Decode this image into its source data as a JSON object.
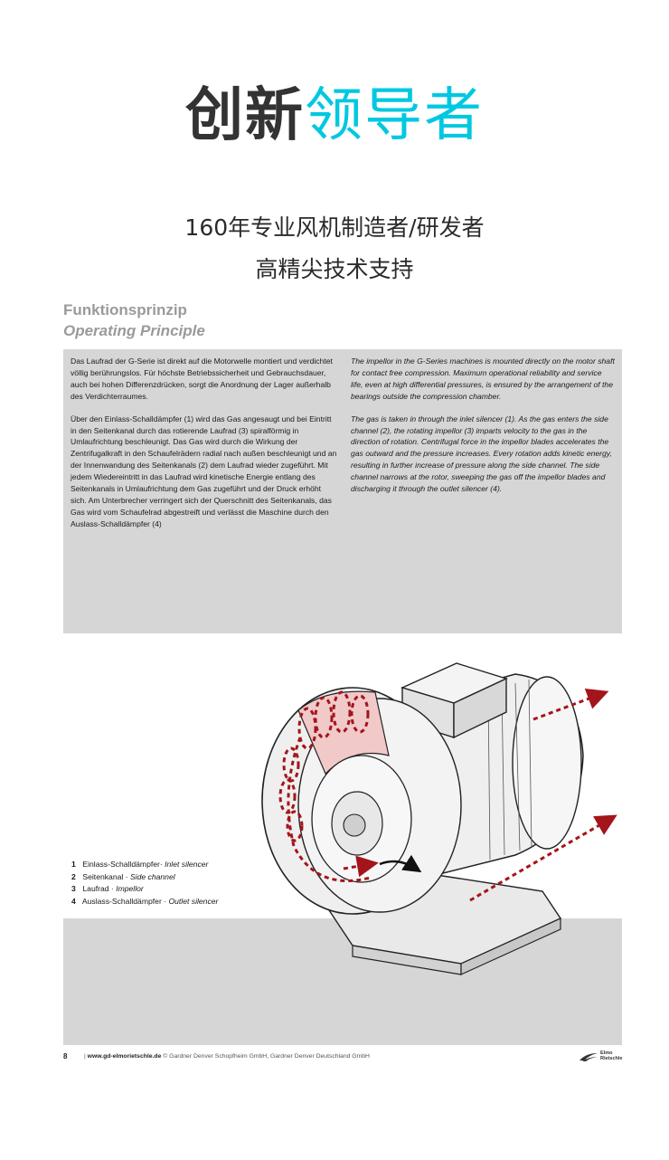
{
  "headline": {
    "part1": "创新",
    "part2": "领导者"
  },
  "subtitle": {
    "line1": "160年专业风机制造者/研发者",
    "line2": "高精尖技术支持"
  },
  "section": {
    "title_de": "Funktionsprinzip",
    "title_en": "Operating Principle"
  },
  "german": {
    "p1": "Das Laufrad der G-Serie ist direkt auf die Motorwelle montiert und verdichtet völlig berührungslos. Für höchste Betriebssicherheit und Gebrauchsdauer, auch bei hohen Differenzdrücken, sorgt die Anordnung der Lager außerhalb des Verdichterraumes.",
    "p2": "Über den Einlass-Schalldämpfer (1) wird das Gas angesaugt und bei Eintritt in den Seitenkanal durch das rotierende Laufrad (3) spiralförmig in Umlaufrichtung beschleunigt. Das Gas wird durch die Wirkung der Zentrifugalkraft in den Schaufelrädern radial nach außen beschleunigt und an der Innenwandung des Seitenkanals (2) dem Laufrad wieder zugeführt. Mit jedem Wiedereintritt in das Laufrad wird kinetische Energie entlang des Seitenkanals in Umlaufrichtung dem Gas zugeführt und der Druck erhöht sich. Am Unterbrecher verringert sich der Querschnitt des Seitenkanals, das Gas wird vom Schaufelrad abgestreift und verlässt die Maschine durch den Auslass-Schalldämpfer (4)"
  },
  "english": {
    "p1": "The impellor in the G-Series machines is mounted directly on the motor shaft for contact free compression. Maximum operational reliability and service life, even at high differential pressures, is ensured by the arrangement of the bearings outside the compression chamber.",
    "p2": "The gas is taken in through the inlet silencer (1). As the gas enters the side channel (2), the rotating impellor (3) imparts velocity to the gas in the direction of rotation. Centrifugal force in the impellor blades accelerates the gas outward and the pressure increases. Every rotation adds kinetic energy, resulting in further increase of pressure along the side channel. The side channel narrows at the rotor, sweeping the gas off the impellor blades and discharging it through the outlet silencer (4)."
  },
  "legend": [
    {
      "num": "1",
      "de": "Einlass-Schalldämpfer·",
      "en": "Inlet silencer"
    },
    {
      "num": "2",
      "de": "Seitenkanal ·",
      "en": "Side channel"
    },
    {
      "num": "3",
      "de": "Laufrad ·",
      "en": "Impellor"
    },
    {
      "num": "4",
      "de": "Auslass-Schalldämpfer ·",
      "en": "Outlet silencer"
    }
  ],
  "footer": {
    "page": "8",
    "url": "www.gd-elmorietschle.de",
    "copyright": "© Gardner Denver Schopfheim GmbH, Gardner Denver Deutschland GmbH",
    "brand_line1": "Elmo",
    "brand_line2": "Rietschle"
  },
  "colors": {
    "accent": "#00c8e0",
    "headline_dark": "#333333",
    "panel_gray": "#d6d6d6",
    "flow_red": "#a4141b"
  }
}
